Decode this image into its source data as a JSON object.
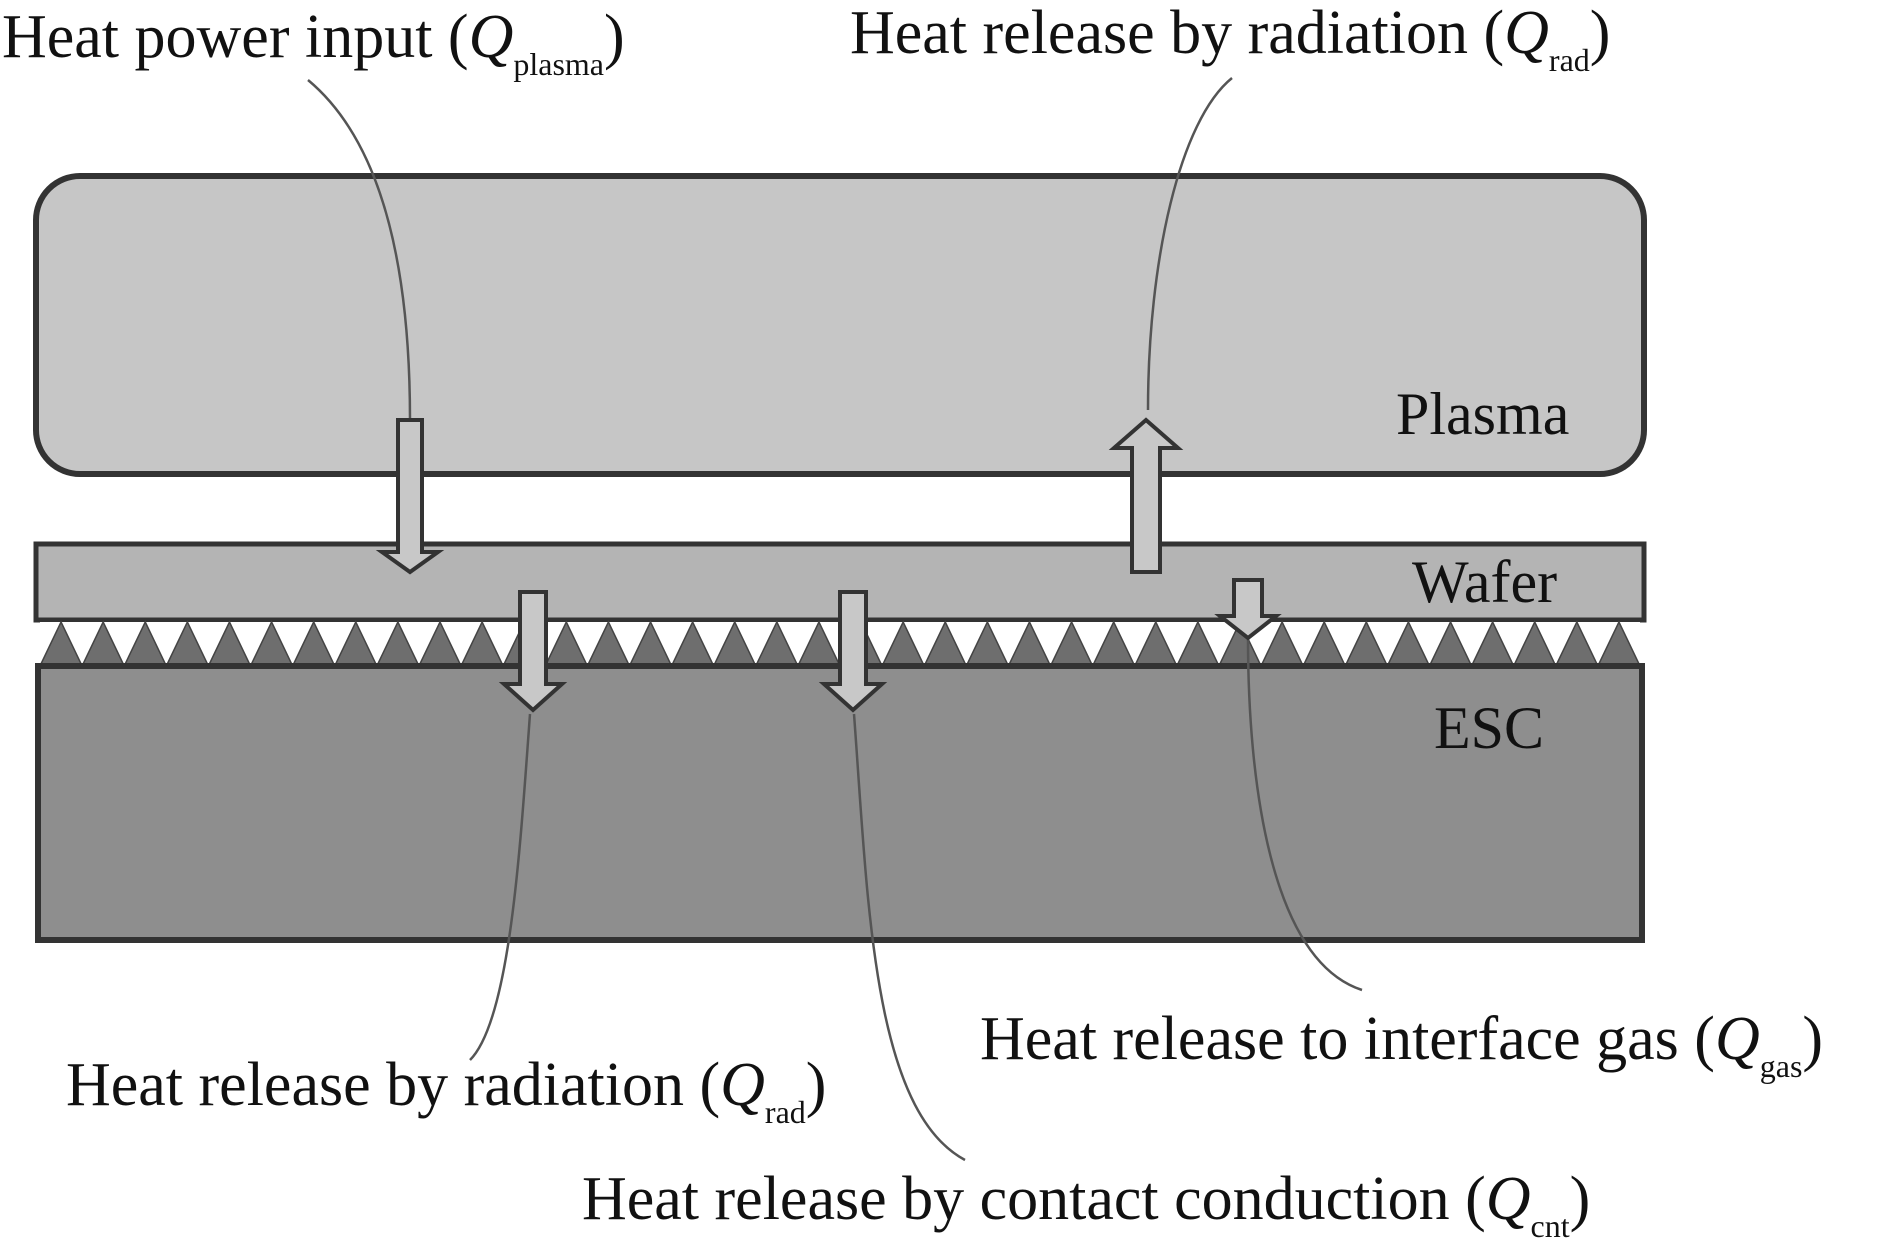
{
  "regions": {
    "plasma": "Plasma",
    "wafer": "Wafer",
    "esc": "ESC"
  },
  "labels": {
    "heat_power_input": {
      "text": "Heat power input (",
      "q": "Q",
      "sub": "plasma",
      "close": ")"
    },
    "radiation_top": {
      "text": "Heat release by radiation (",
      "q": "Q",
      "sub": "rad",
      "close": ")"
    },
    "interface_gas": {
      "text": "Heat release to interface gas (",
      "q": "Q",
      "sub": "gas",
      "close": ")"
    },
    "radiation_bottom": {
      "text": "Heat release by radiation (",
      "q": "Q",
      "sub": "rad",
      "close": ")"
    },
    "contact_conduction": {
      "text": "Heat release by contact conduction (",
      "q": "Q",
      "sub": "cnt",
      "close": ")"
    }
  },
  "colors": {
    "plasma_fill": "#c6c6c6",
    "wafer_fill": "#b4b4b4",
    "esc_fill": "#8e8e8e",
    "arrow_fill": "#c8c8c8",
    "outline": "#333333"
  }
}
